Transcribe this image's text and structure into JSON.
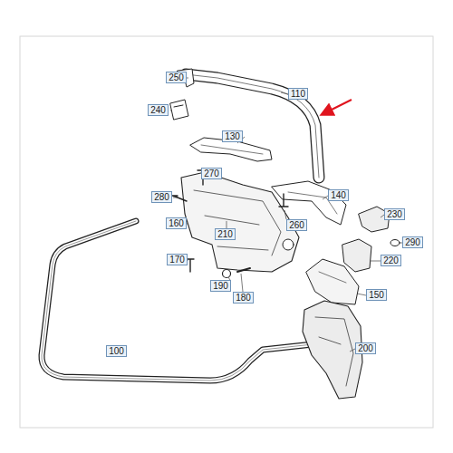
{
  "diagram": {
    "nodes": [
      {
        "text": [
          "250"
        ]
      },
      {
        "text": [
          "110"
        ]
      },
      {
        "text": [
          "240"
        ]
      },
      {
        "text": [
          "130"
        ]
      },
      {
        "text": [
          "270"
        ]
      },
      {
        "text": [
          "140"
        ]
      },
      {
        "text": [
          "280"
        ]
      },
      {
        "text": [
          "230"
        ]
      },
      {
        "text": [
          "160"
        ]
      },
      {
        "text": [
          "260"
        ]
      },
      {
        "text": [
          "210"
        ]
      },
      {
        "text": [
          "290"
        ]
      },
      {
        "text": [
          "170"
        ]
      },
      {
        "text": [
          "220"
        ]
      },
      {
        "text": [
          "190"
        ]
      },
      {
        "text": [
          "180"
        ]
      },
      {
        "text": [
          "150"
        ]
      },
      {
        "text": [
          "100"
        ]
      },
      {
        "text": [
          "200"
        ]
      }
    ]
  }
}
